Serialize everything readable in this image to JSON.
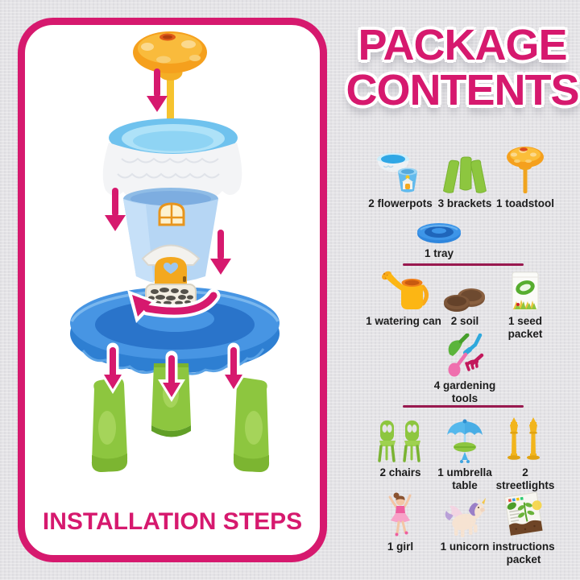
{
  "colors": {
    "accent_pink": "#d6196e",
    "divider_pink": "#99194f",
    "item_label_black": "#1c1c1c",
    "background_gray": "#e5e4e7",
    "panel_white": "#ffffff",
    "toy_tray_blue": "#4795e3",
    "toy_planter_blue": "#b6d6f4",
    "leg_green": "#8dc63f",
    "toadstool_orange": "#f5a01d"
  },
  "installation_panel": {
    "title": "INSTALLATION STEPS"
  },
  "package_panel": {
    "title_line1": "PACKAGE",
    "title_line2": "CONTENTS",
    "items": [
      {
        "label": "2 flowerpots",
        "icon": "flowerpots-icon"
      },
      {
        "label": "3 brackets",
        "icon": "brackets-icon"
      },
      {
        "label": "1 toadstool",
        "icon": "toadstool-icon"
      },
      {
        "label": "1 tray",
        "icon": "tray-icon"
      },
      {
        "label": "1 watering can",
        "icon": "watering-can-icon"
      },
      {
        "label": "2 soil",
        "icon": "soil-icon"
      },
      {
        "label": "1 seed packet",
        "icon": "seed-packet-icon"
      },
      {
        "label": "4 gardening tools",
        "icon": "gardening-tools-icon"
      },
      {
        "label": "2 chairs",
        "icon": "chairs-icon"
      },
      {
        "label": "1 umbrella table",
        "icon": "umbrella-table-icon"
      },
      {
        "label": "2 streetlights",
        "icon": "streetlights-icon"
      },
      {
        "label": "1 girl",
        "icon": "girl-icon"
      },
      {
        "label": "1 unicorn",
        "icon": "unicorn-icon"
      },
      {
        "label": "instructions packet",
        "icon": "instructions-packet-icon"
      }
    ]
  }
}
